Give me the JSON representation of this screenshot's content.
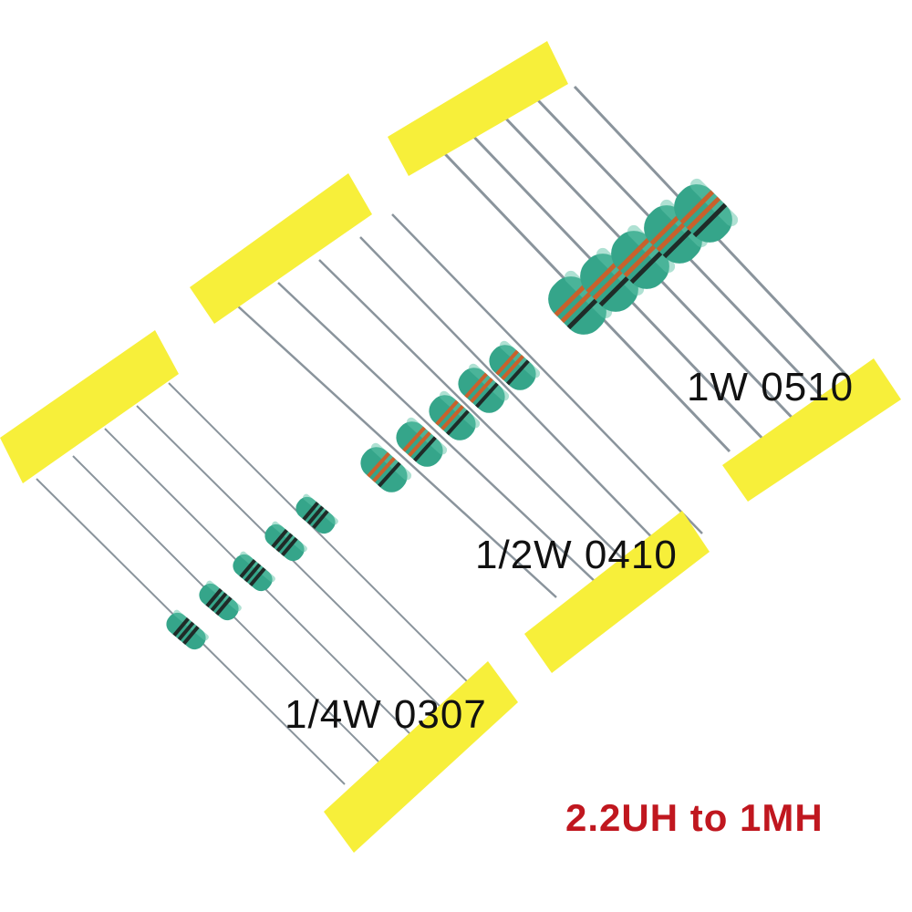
{
  "labels": {
    "small": "1/4W 0307",
    "medium": "1/2W 0410",
    "large": "1W 0510",
    "range": "2.2UH to 1MH"
  },
  "colors": {
    "tape": "#f7ef3a",
    "tape_shadow": "#e9de1f",
    "wire": "#8a949c",
    "body": "#35a58a",
    "body_dark": "#227a63",
    "band_black": "#1f2b28",
    "band_orange": "#c8612c",
    "range_text": "#c0171f"
  },
  "groups": [
    {
      "name": "quarter-watt",
      "count": 5
    },
    {
      "name": "half-watt",
      "count": 5
    },
    {
      "name": "one-watt",
      "count": 5
    }
  ]
}
